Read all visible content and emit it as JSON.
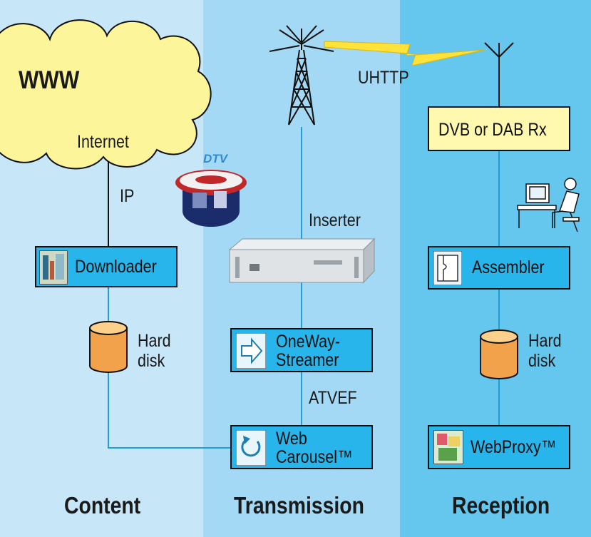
{
  "columns": {
    "content": "Content",
    "transmission": "Transmission",
    "reception": "Reception"
  },
  "cloud": {
    "title": "WWW",
    "subtitle": "Internet"
  },
  "labels": {
    "ip": "IP",
    "inserter": "Inserter",
    "uhttp": "UHTTP",
    "atvef": "ATVEF",
    "hard_disk_content": "Hard disk",
    "hard_disk_reception": "Hard disk"
  },
  "boxes": {
    "downloader": "Downloader",
    "oneway_line1": "OneWay-",
    "oneway_line2": "Streamer",
    "web_line1": "Web",
    "web_line2": "Carousel™",
    "dvb_rx": "DVB or DAB Rx",
    "assembler": "Assembler",
    "webproxy": "WebProxy™"
  },
  "colors": {
    "content_bg": "#c7e7f8",
    "transmission_bg": "#a3d9f4",
    "reception_bg": "#66c7ee",
    "box_blue": "#27b5eb",
    "box_yellow": "#fff9b0",
    "cloud": "#fdf59a",
    "disk": "#f2a24a",
    "line_blue": "#1e9fd6",
    "radio_link": "#ffe23a"
  },
  "icons": [
    "cloud-shape",
    "tower-antenna",
    "receiver-antenna",
    "lightning-link",
    "dtv-logo",
    "inserter-device",
    "pc-user",
    "hard-disk-icon",
    "downloader-icon",
    "arrow-icon",
    "carousel-icon",
    "assembler-icon",
    "webproxy-icon"
  ]
}
